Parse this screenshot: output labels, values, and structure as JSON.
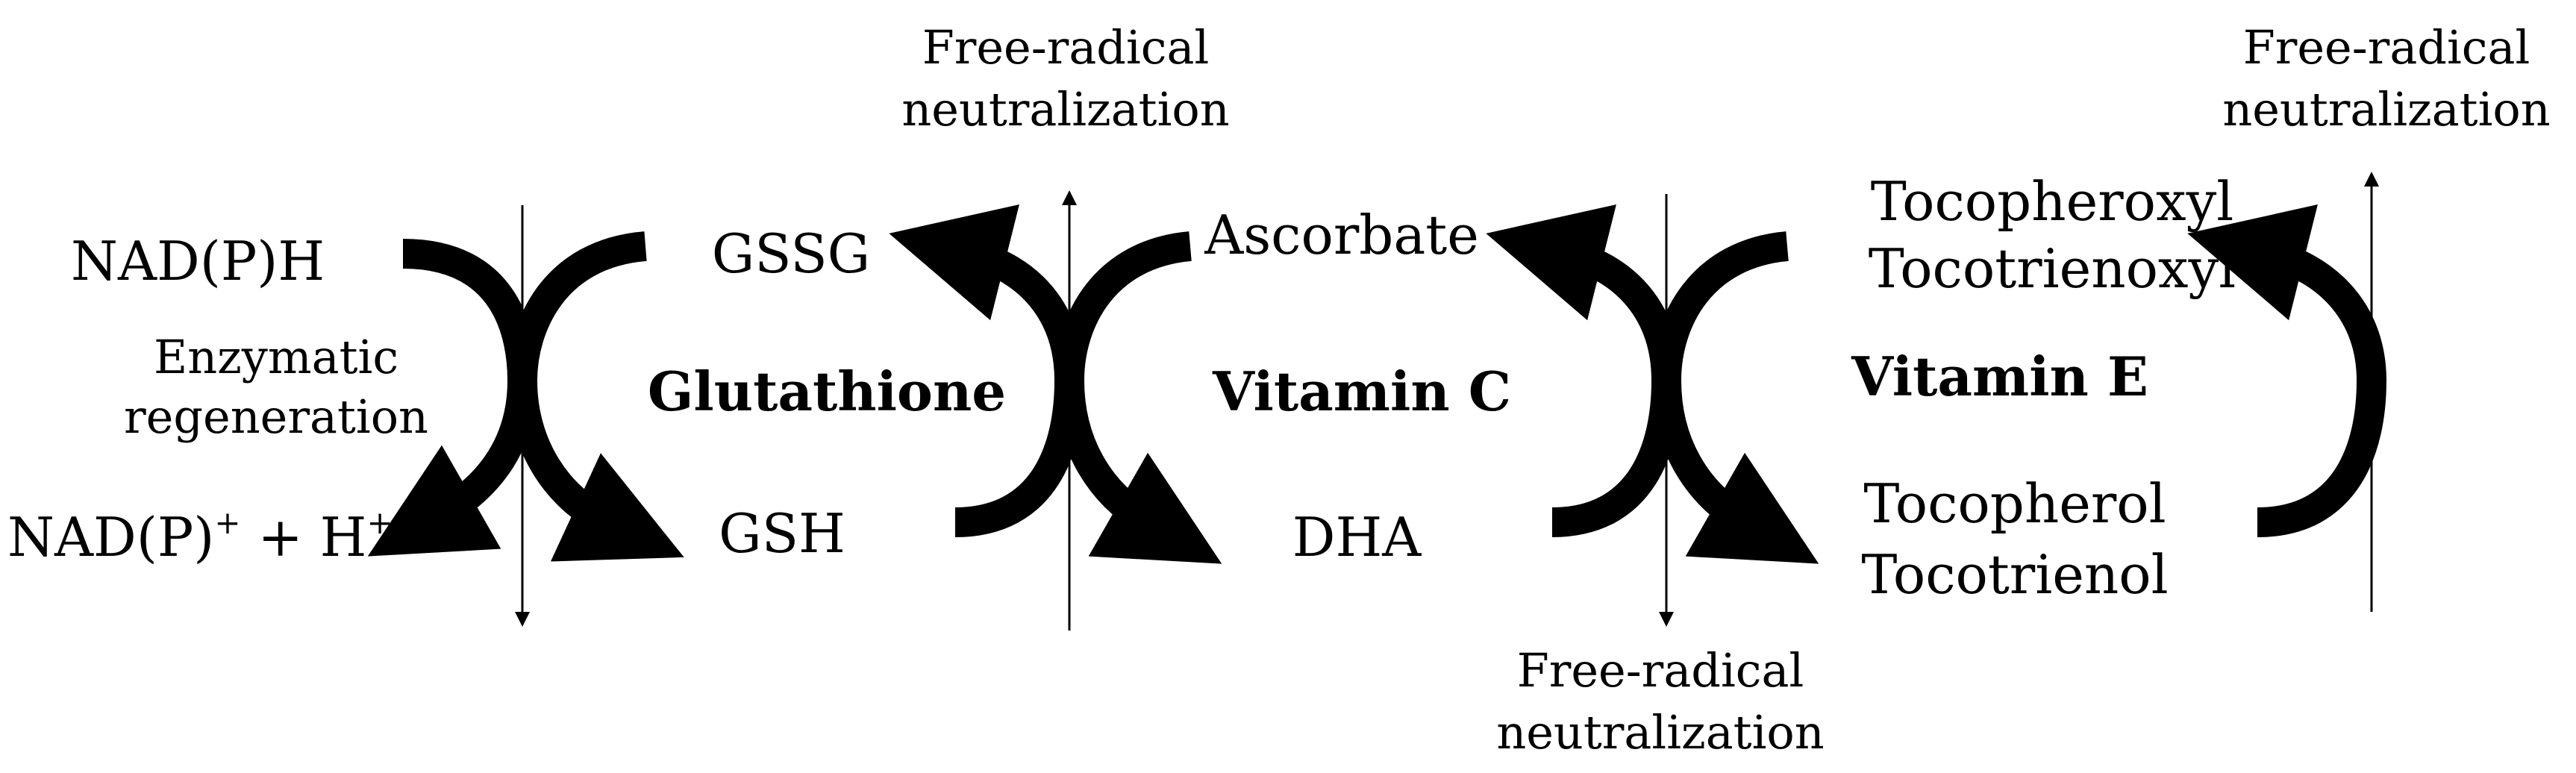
{
  "nadph": {
    "reduced": "NAD(P)H",
    "oxidized_base": "NAD(P)",
    "oxidized_sup": "+",
    "oxidized_plus": " + H",
    "proton_sup": "+",
    "process_line1": "Enzymatic",
    "process_line2": "regeneration"
  },
  "glutathione": {
    "name": "Glutathione",
    "oxidized": "GSSG",
    "reduced": "GSH",
    "neutralization_line1": "Free-radical",
    "neutralization_line2": "neutralization"
  },
  "vitamin_c": {
    "name": "Vitamin C",
    "reduced": "Ascorbate",
    "oxidized": "DHA",
    "neutralization_line1": "Free-radical",
    "neutralization_line2": "neutralization"
  },
  "vitamin_e": {
    "name": "Vitamin E",
    "oxidized_line1": "Tocopheroxyl",
    "oxidized_line2": "Tocotrienoxyl",
    "reduced_line1": "Tocopherol",
    "reduced_line2": "Tocotrienol",
    "neutralization_line1": "Free-radical",
    "neutralization_line2": "neutralization"
  },
  "colors": {
    "ink": "#000000",
    "background": "#ffffff"
  }
}
